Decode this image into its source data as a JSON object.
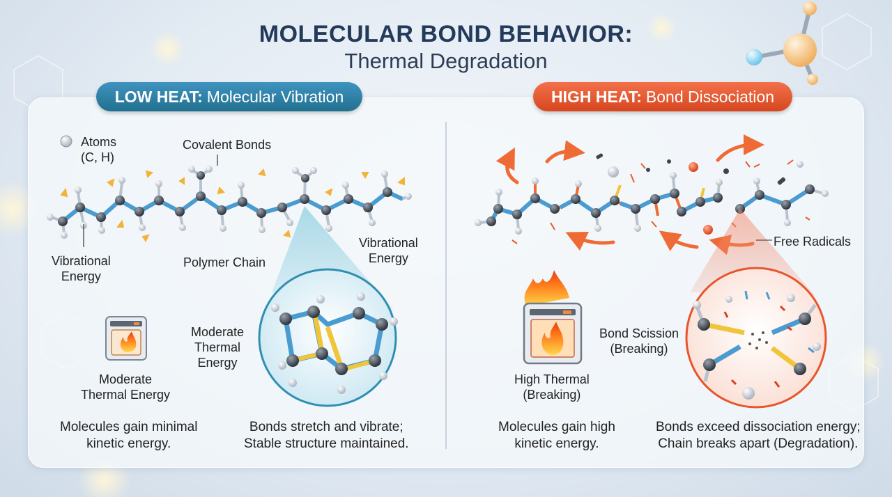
{
  "header": {
    "title": "MOLECULAR BOND BEHAVIOR:",
    "subtitle": "Thermal Degradation"
  },
  "left_panel": {
    "pill_bold": "LOW HEAT:",
    "pill_text": "Molecular Vibration",
    "legend_atoms_1": "Atoms",
    "legend_atoms_2": "(C, H)",
    "label_covalent": "Covalent Bonds",
    "label_vibrational_left_1": "Vibrational",
    "label_vibrational_left_2": "Energy",
    "label_polymer": "Polymer Chain",
    "label_vibrational_right_1": "Vibrational",
    "label_vibrational_right_2": "Energy",
    "label_moderate_zoom_1": "Moderate",
    "label_moderate_zoom_2": "Thermal",
    "label_moderate_zoom_3": "Energy",
    "label_oven_1": "Moderate",
    "label_oven_2": "Thermal Energy",
    "caption_1_line1": "Molecules gain minimal",
    "caption_1_line2": "kinetic energy.",
    "caption_2_line1": "Bonds stretch and vibrate;",
    "caption_2_line2": "Stable structure maintained."
  },
  "right_panel": {
    "pill_bold": "HIGH HEAT:",
    "pill_text": "Bond Dissociation",
    "label_free_radicals": "Free Radicals",
    "label_scission_1": "Bond Scission",
    "label_scission_2": "(Breaking)",
    "label_oven_1": "High Thermal",
    "label_oven_2": "(Breaking)",
    "caption_1_line1": "Molecules gain high",
    "caption_1_line2": "kinetic energy.",
    "caption_2_line1": "Bonds exceed dissociation energy;",
    "caption_2_line2": "Chain breaks apart (Degradation)."
  },
  "colors": {
    "carbon": "#3d4450",
    "hydrogen": "#e4e8ee",
    "bond_blue": "#4a9bd0",
    "bond_yellow": "#f0c53a",
    "bond_orange": "#ef6b35",
    "low_accent": "#2b82a8",
    "high_accent": "#e8552b"
  }
}
